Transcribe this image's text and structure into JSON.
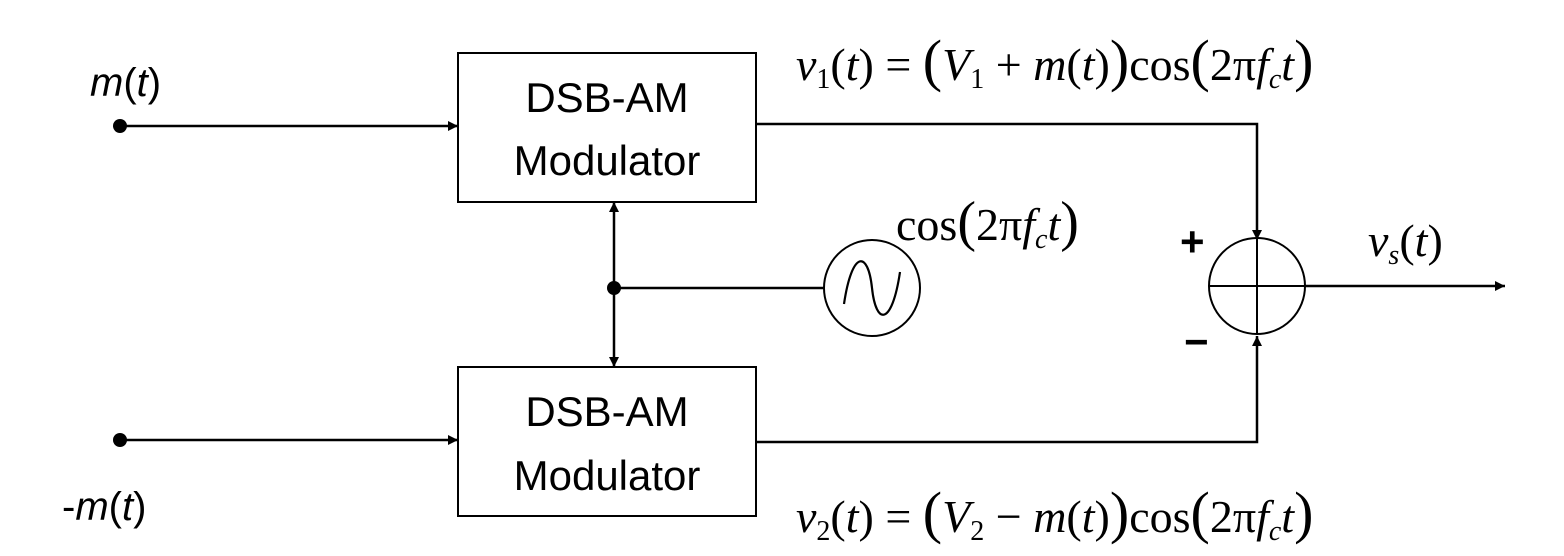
{
  "inputs": {
    "top": "m(t)",
    "bottom": "-m(t)"
  },
  "modulator_top": {
    "line1": "DSB-AM",
    "line2": "Modulator"
  },
  "modulator_bottom": {
    "line1": "DSB-AM",
    "line2": "Modulator"
  },
  "oscillator": {
    "label": "cos(2πf_c t)",
    "icon": "sine-wave-icon"
  },
  "summer": {
    "plus_sign": "+",
    "minus_sign": "−"
  },
  "signals": {
    "v1": "v_1(t) = (V_1 + m(t))cos(2πf_c t)",
    "v2": "v_2(t) = (V_2 − m(t))cos(2πf_c t)",
    "output": "v_s(t)"
  }
}
